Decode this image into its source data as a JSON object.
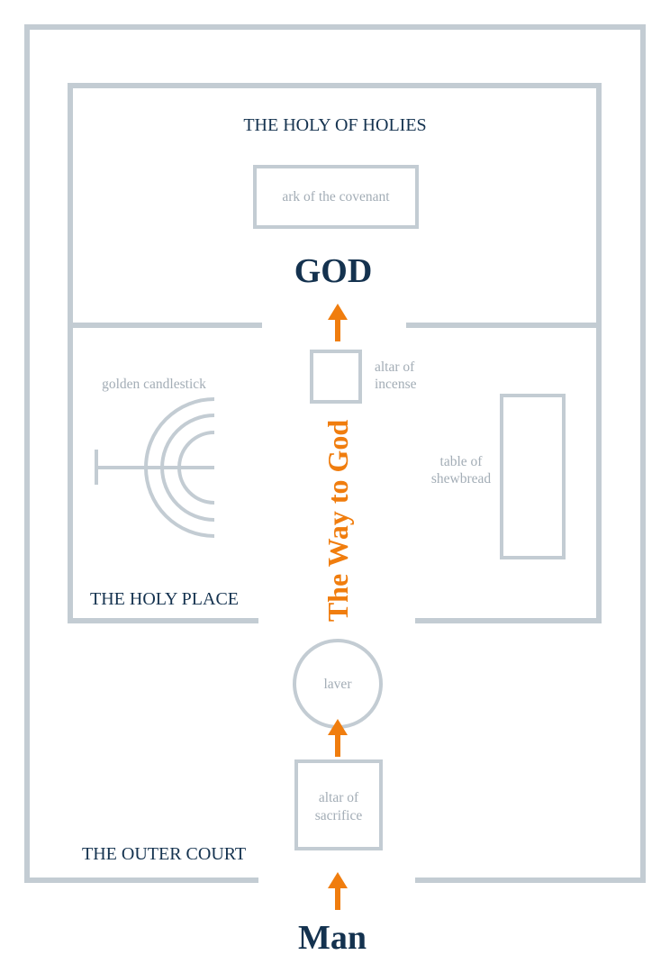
{
  "areas": {
    "holy_of_holies": "THE HOLY OF HOLIES",
    "holy_place": "THE HOLY PLACE",
    "outer_court": "THE OUTER COURT"
  },
  "items": {
    "ark": "ark of the covenant",
    "candlestick": "golden candlestick",
    "incense_line1": "altar of",
    "incense_line2": "incense",
    "shewbread_line1": "table of",
    "shewbread_line2": "shewbread",
    "laver": "laver",
    "sacrifice_line1": "altar of",
    "sacrifice_line2": "sacrifice"
  },
  "god": "GOD",
  "man": "Man",
  "way": "The Way to God",
  "colors": {
    "walls": "#c3ccd3",
    "dark_text": "#14324f",
    "light_text": "#a3adb6",
    "accent": "#f07d0e"
  }
}
